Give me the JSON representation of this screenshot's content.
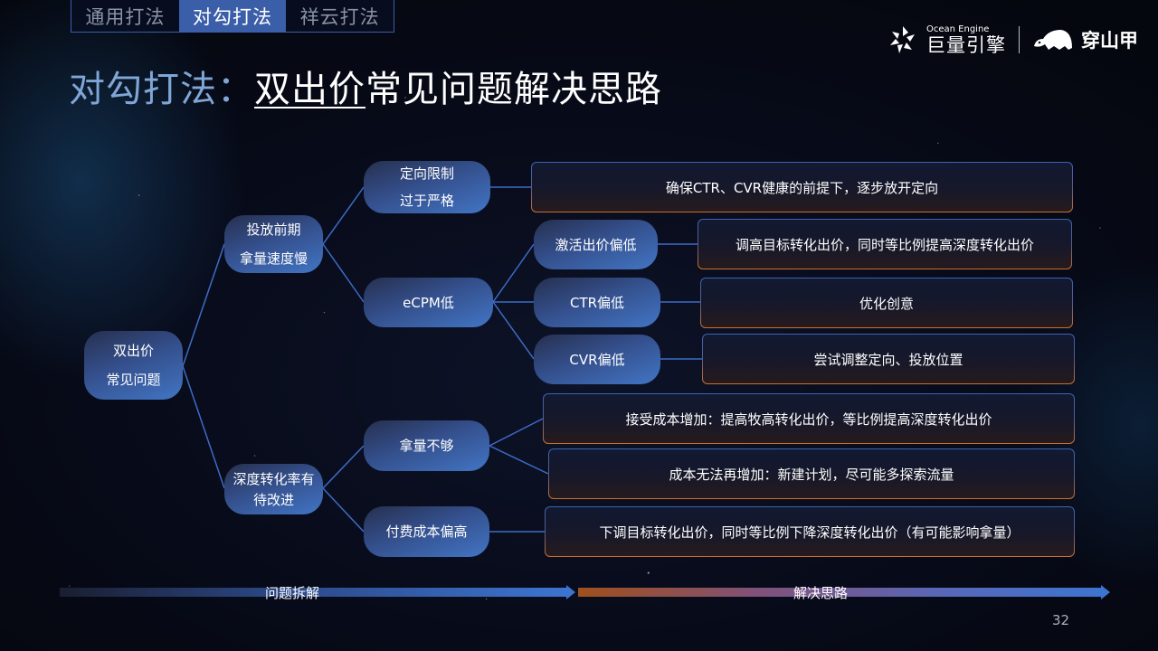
{
  "tabs": [
    {
      "label": "通用打法",
      "active": false
    },
    {
      "label": "对勾打法",
      "active": true
    },
    {
      "label": "祥云打法",
      "active": false
    }
  ],
  "logos": {
    "ocean_engine_en": "Ocean Engine",
    "ocean_engine_cn": "巨量引擎",
    "partner_cn": "穿山甲"
  },
  "title": {
    "prefix": "对勾打法：",
    "underlined": "双出价",
    "rest": "常见问题解决思路"
  },
  "diagram": {
    "root": {
      "line1": "双出价",
      "line2": "常见问题"
    },
    "level1": [
      {
        "line1": "投放前期",
        "line2": "拿量速度慢"
      },
      {
        "line1": "深度转化率有",
        "line2": "待改进"
      }
    ],
    "level2": [
      {
        "line1": "定向限制",
        "line2": "过于严格"
      },
      {
        "label": "eCPM低"
      },
      {
        "label": "拿量不够"
      },
      {
        "label": "付费成本偏高"
      }
    ],
    "level3": [
      {
        "label": "激活出价偏低"
      },
      {
        "label": "CTR偏低"
      },
      {
        "label": "CVR偏低"
      }
    ],
    "solutions": [
      "确保CTR、CVR健康的前提下，逐步放开定向",
      "调高目标转化出价，同时等比例提高深度转化出价",
      "优化创意",
      "尝试调整定向、投放位置",
      "接受成本增加：提高牧高转化出价，等比例提高深度转化出价",
      "成本无法再增加：新建计划，尽可能多探索流量",
      "下调目标转化出价，同时等比例下降深度转化出价（有可能影响拿量）"
    ]
  },
  "footer": {
    "arrow_left_label": "问题拆解",
    "arrow_right_label": "解决思路",
    "page_number": "32"
  },
  "colors": {
    "node_blue": "#4275c4",
    "connector": "#3d6cc8",
    "tab_active": "#3b5ea8",
    "border_orange": "#c7702e",
    "title_prefix": "#7fa6d6"
  }
}
